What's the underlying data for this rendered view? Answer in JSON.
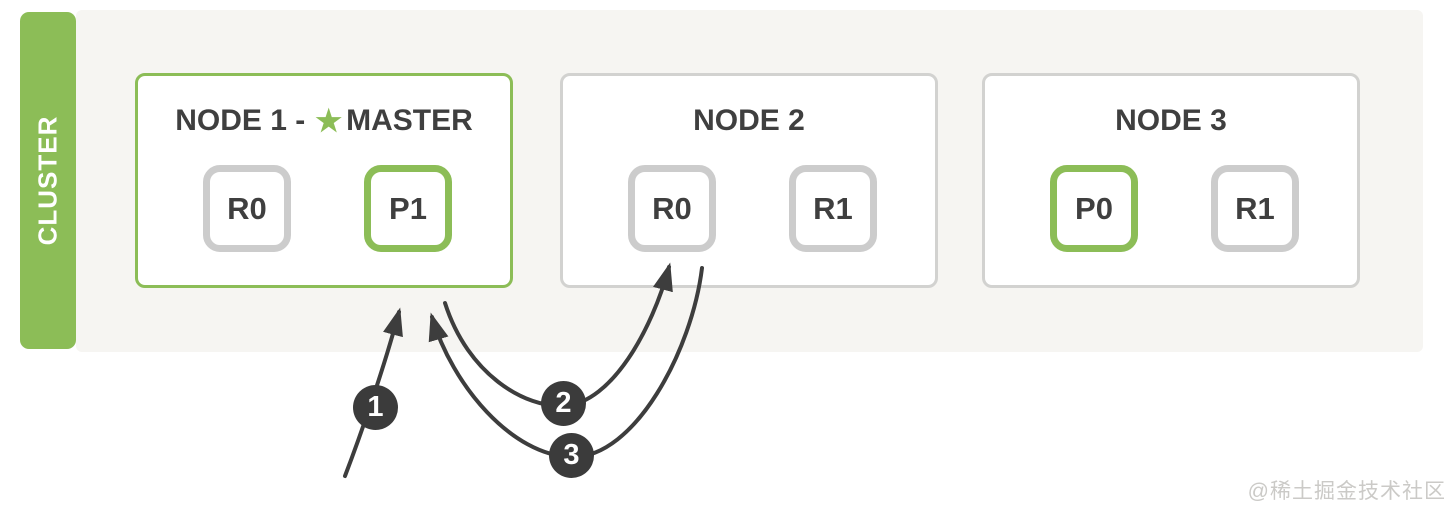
{
  "cluster": {
    "label": "CLUSTER"
  },
  "icons": {
    "master_star": "★"
  },
  "nodes": [
    {
      "title": "NODE 1 -",
      "master_label": "MASTER",
      "is_master": true,
      "shards": [
        {
          "label": "R0",
          "type": "replica"
        },
        {
          "label": "P1",
          "type": "primary"
        }
      ]
    },
    {
      "title": "NODE 2",
      "is_master": false,
      "shards": [
        {
          "label": "R0",
          "type": "replica"
        },
        {
          "label": "R1",
          "type": "replica"
        }
      ]
    },
    {
      "title": "NODE 3",
      "is_master": false,
      "shards": [
        {
          "label": "P0",
          "type": "primary"
        },
        {
          "label": "R1",
          "type": "replica"
        }
      ]
    }
  ],
  "steps": [
    {
      "badge": "1",
      "points_to": "node-1"
    },
    {
      "badge": "2",
      "from": "node-1",
      "points_to": "node-2-shard-r0"
    },
    {
      "badge": "3",
      "from": "node-2-shard-r0",
      "points_to": "node-1"
    }
  ],
  "watermark": "@稀土掘金技术社区",
  "colors": {
    "green": "#8cbd57",
    "gray_border": "#cccccc",
    "node_gray_border": "#d2d2d0",
    "arrow_dark": "#3d3d3d",
    "badge_dark": "#3b3b3b",
    "panel_bg": "#f6f5f2",
    "node_bg": "#ffffff",
    "title_text": "#3f3f3f",
    "watermark_text": "#cbcac7"
  }
}
